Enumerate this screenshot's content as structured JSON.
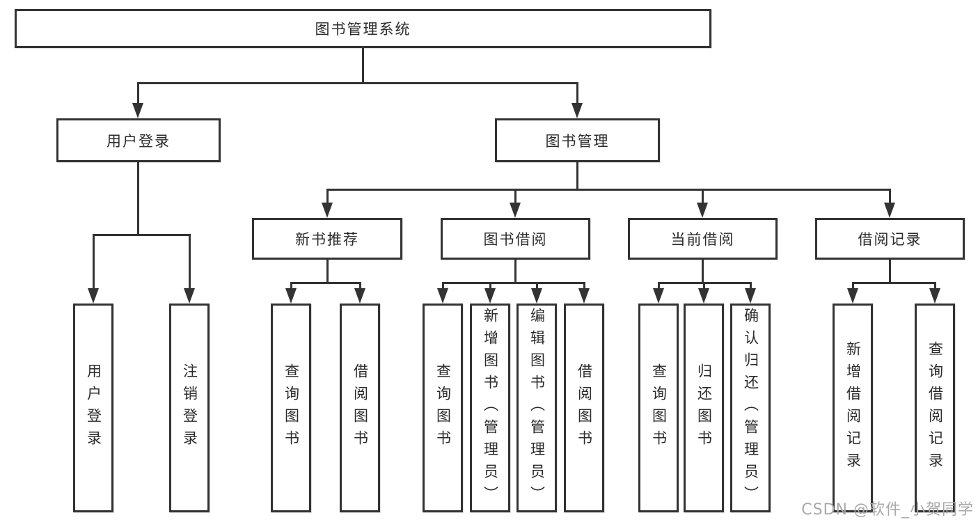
{
  "tree": {
    "root": "图书管理系统",
    "branches": {
      "user_login": {
        "label": "用户登录",
        "children": [
          "用户登录",
          "注销登录"
        ]
      },
      "book_management": {
        "label": "图书管理",
        "sections": {
          "new_book_recommendation": {
            "label": "新书推荐",
            "children": [
              "查询图书",
              "借阅图书"
            ]
          },
          "book_borrowing": {
            "label": "图书借阅",
            "children": [
              "查询图书",
              "新增图书（管理员）",
              "编辑图书（管理员）",
              "借阅图书"
            ]
          },
          "current_borrowing": {
            "label": "当前借阅",
            "children": [
              "查询图书",
              "归还图书",
              "确认归还（管理员）"
            ]
          },
          "borrowing_records": {
            "label": "借阅记录",
            "children": [
              "新增借阅记录",
              "查询借阅记录"
            ]
          }
        }
      }
    }
  },
  "watermark": {
    "text": "CSDN @软件_小贺同学"
  },
  "colors": {
    "line": "#333333",
    "box_border": "#333333",
    "box_fill": "#ffffff",
    "text": "#2b2b2b",
    "watermark": "#a9a9a9",
    "background": "#ffffff"
  }
}
